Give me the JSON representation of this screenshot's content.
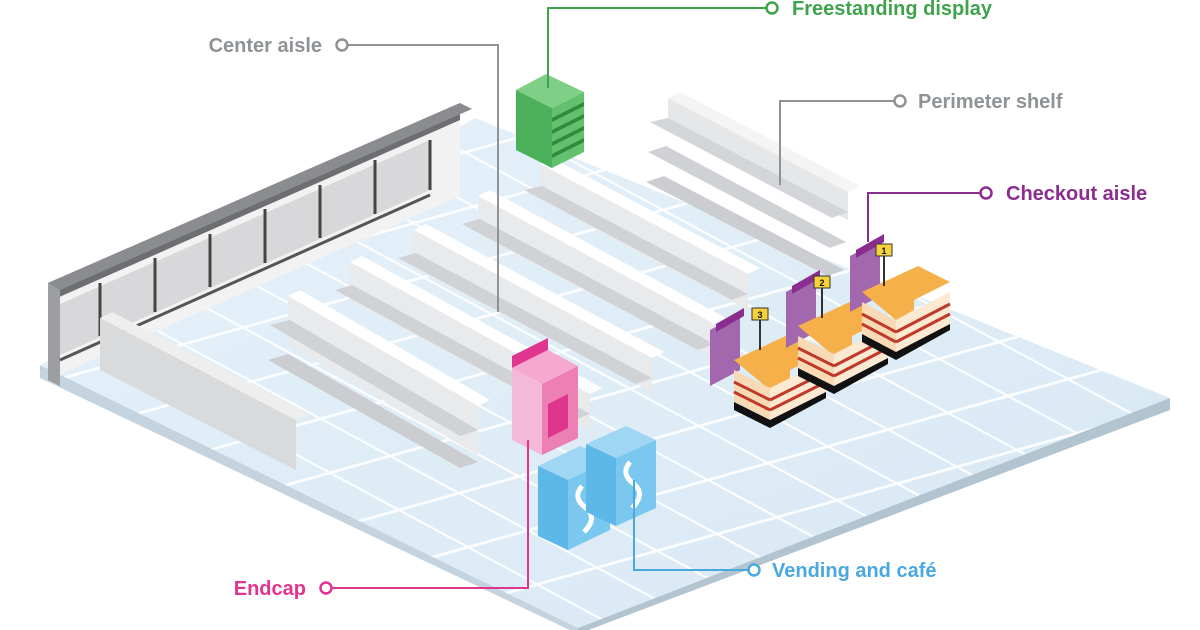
{
  "callouts": {
    "freestanding": {
      "label": "Freestanding display",
      "color": "#3fa34d"
    },
    "center_aisle": {
      "label": "Center aisle",
      "color": "#8f9396"
    },
    "perimeter": {
      "label": "Perimeter shelf",
      "color": "#8f9396"
    },
    "checkout": {
      "label": "Checkout aisle",
      "color": "#8b2c8f"
    },
    "endcap": {
      "label": "Endcap",
      "color": "#e0358f"
    },
    "vending": {
      "label": "Vending and café",
      "color": "#4aa8e0"
    }
  },
  "registers": [
    {
      "number": "1"
    },
    {
      "number": "2"
    },
    {
      "number": "3"
    }
  ]
}
